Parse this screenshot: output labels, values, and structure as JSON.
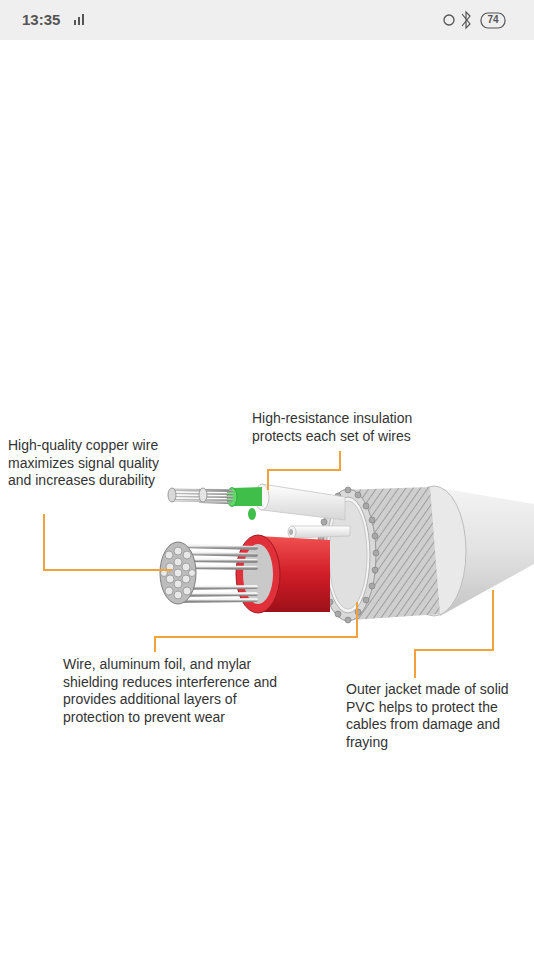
{
  "diagram": {
    "labels": [
      "13:35",
      "74",
      "High-resistance insulation protects each set of wires",
      "High-quality copper wire maximizes signal quality and increases durability",
      "Wire, aluminum foil, and mylar shielding reduces interference and provides additional layers of protection to prevent wear",
      "Outer jacket made of solid PVC helps to protect the cables from damage and fraying"
    ]
  }
}
